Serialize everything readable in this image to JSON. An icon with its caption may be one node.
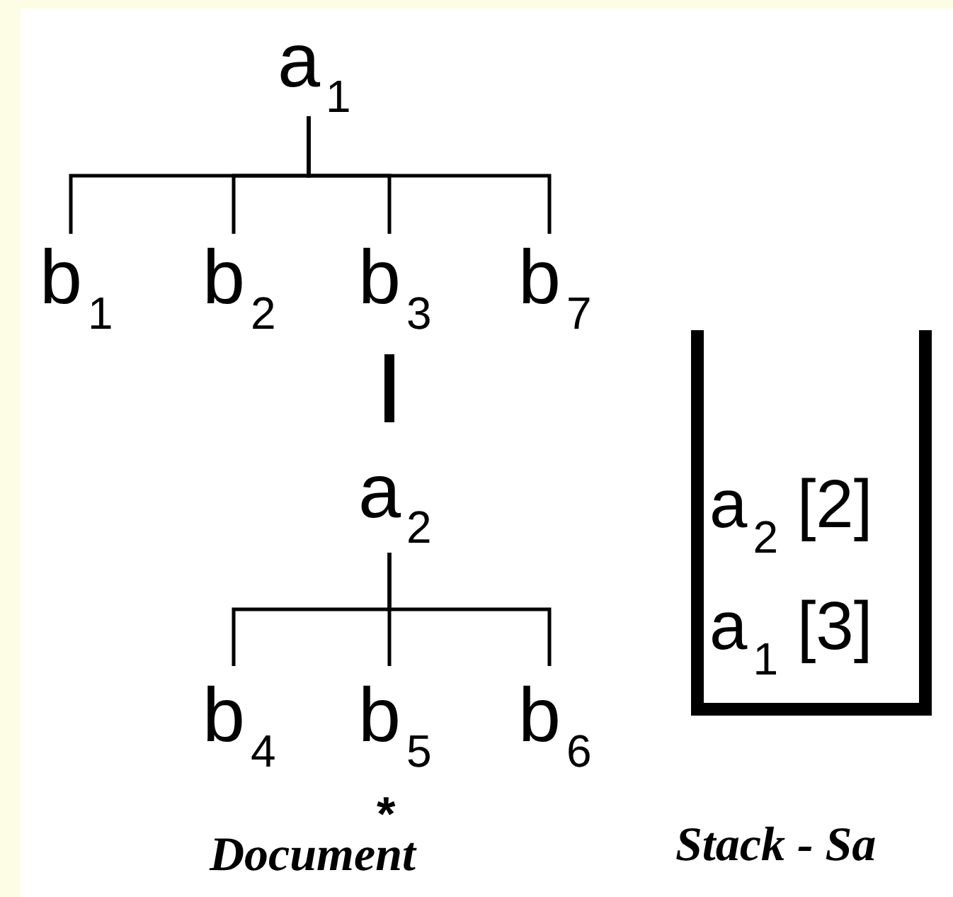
{
  "diagram": {
    "nodes": [
      {
        "text": [
          "a$_{1}$"
        ]
      },
      {
        "text": [
          "b$_{1}$"
        ]
      },
      {
        "text": [
          "b$_{2}$"
        ]
      },
      {
        "text": [
          "b$_{3}$"
        ]
      },
      {
        "text": [
          "b$_{7}$"
        ]
      },
      {
        "text": [
          "a$_{2}$"
        ]
      },
      {
        "text": [
          "b$_{4}$"
        ]
      },
      {
        "text": [
          "b$_{5}$"
        ],
        "beside": [
          "*"
        ]
      },
      {
        "text": [
          "b$_{6}$"
        ]
      },
      {
        "text": [
          "a$_{2}$ [2]",
          "a$_{1}$ [3]"
        ]
      }
    ],
    "edges": [
      {
        "from": 0,
        "to": 1,
        "arrow": "none"
      },
      {
        "from": 0,
        "to": 2,
        "arrow": "none"
      },
      {
        "from": 0,
        "to": 3,
        "arrow": "none"
      },
      {
        "from": 0,
        "to": 4,
        "arrow": "none"
      },
      {
        "from": 3,
        "to": 5,
        "arrow": "none",
        "style": "thick"
      },
      {
        "from": 5,
        "to": 6,
        "arrow": "none"
      },
      {
        "from": 5,
        "to": 7,
        "arrow": "none"
      },
      {
        "from": 5,
        "to": 8,
        "arrow": "none"
      }
    ],
    "labels": [
      "Document",
      "Stack - Sa"
    ]
  }
}
